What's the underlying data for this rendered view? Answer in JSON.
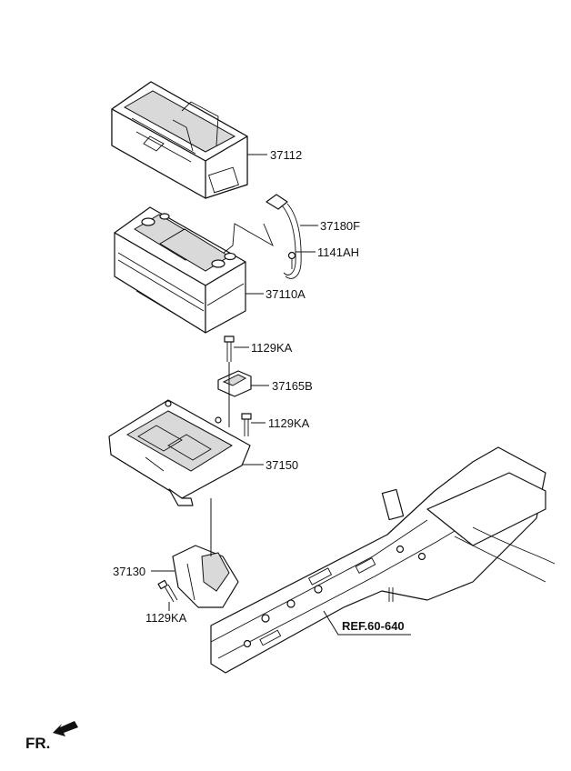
{
  "labels": {
    "tray_cover": "37112",
    "battery_cable": "37180F",
    "cable_nut": "1141AH",
    "battery": "37110A",
    "clamp_bolt": "1129KA",
    "clamp": "37165B",
    "tray_bolt": "1129KA",
    "tray": "37150",
    "bracket": "37130",
    "bracket_bolt": "1129KA",
    "reference": "REF.60-640",
    "front": "FR."
  }
}
